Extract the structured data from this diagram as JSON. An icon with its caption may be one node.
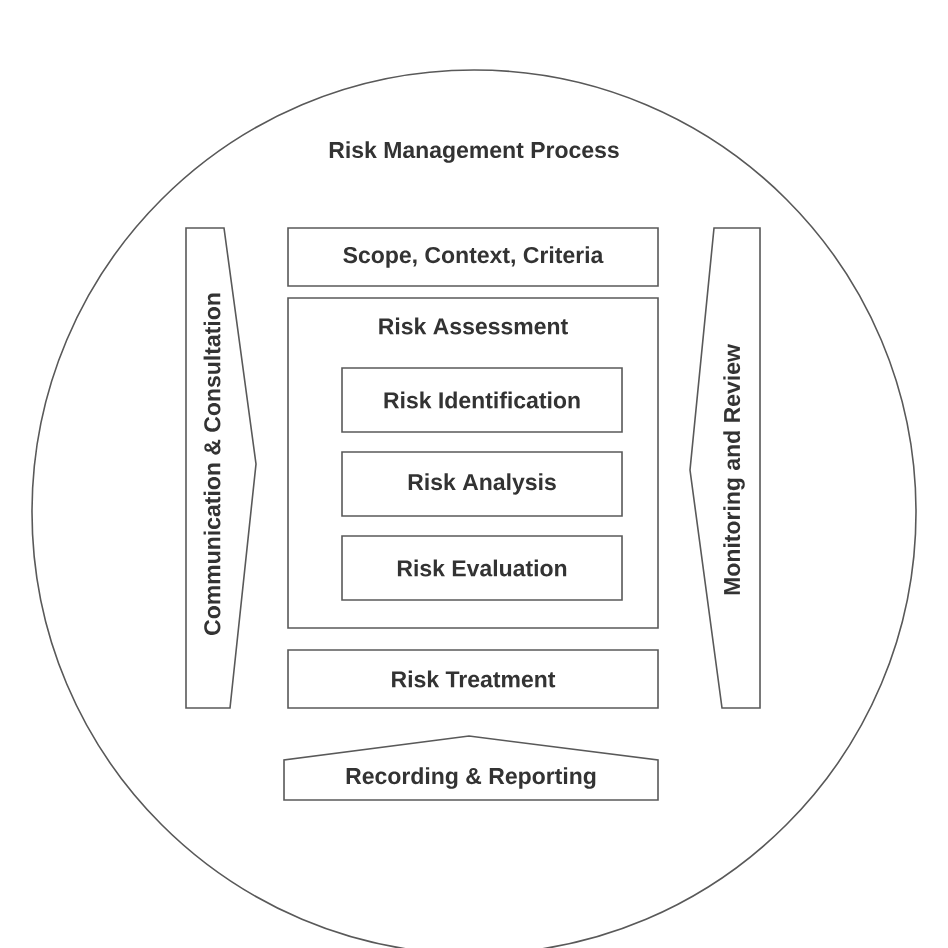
{
  "diagram": {
    "nodes": [
      {
        "text": [
          "Risk Management Process"
        ]
      },
      {
        "text": [
          "Communication & Consultation"
        ],
        "in": 0
      },
      {
        "text": [
          "Scope, Context, Criteria"
        ],
        "in": 0
      },
      {
        "text": [
          "Risk Assessment"
        ],
        "in": 0
      },
      {
        "text": [
          "Risk Identification"
        ],
        "in": 3
      },
      {
        "text": [
          "Risk Analysis"
        ],
        "in": 3
      },
      {
        "text": [
          "Risk Evaluation"
        ],
        "in": 3
      },
      {
        "text": [
          "Risk Treatment"
        ],
        "in": 0
      },
      {
        "text": [
          "Monitoring and Review"
        ],
        "in": 0
      },
      {
        "text": [
          "Recording & Reporting"
        ],
        "in": 0
      }
    ]
  }
}
